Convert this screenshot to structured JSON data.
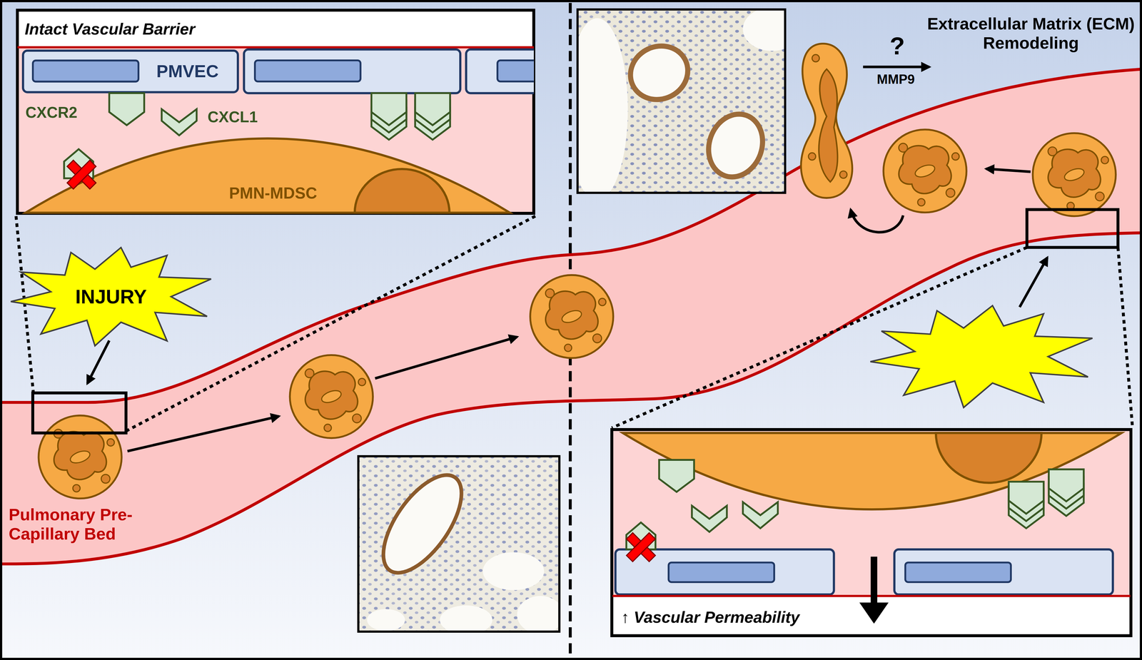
{
  "diagram": {
    "nodes": [
      {
        "text": [
          "Intact Vascular Barrier"
        ]
      },
      {
        "text": [
          "PMVEC"
        ],
        "in": 0
      },
      {
        "text": [
          "PMN-MDSC"
        ],
        "in": 0
      },
      {
        "text": [
          "INJURY"
        ]
      },
      {
        "text": [
          "↑ Vascular Permeability"
        ]
      }
    ],
    "labels": [
      "CXCR2",
      "CXCL1",
      "Pulmonary Pre-Capillary Bed",
      "?",
      "MMP9",
      "Extracellular Matrix (ECM) Remodeling"
    ]
  }
}
